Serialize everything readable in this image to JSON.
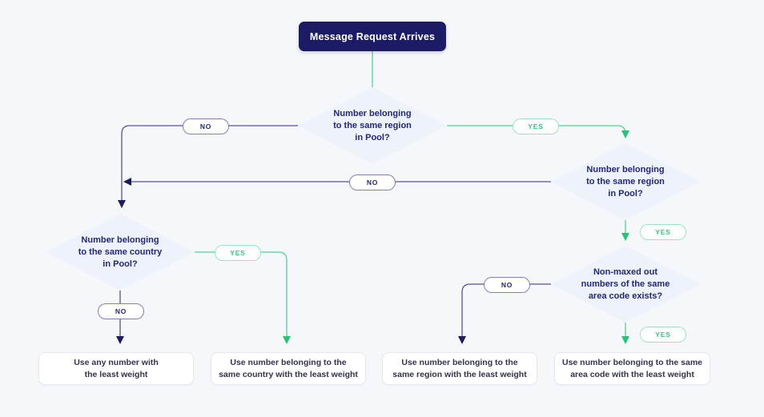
{
  "colors": {
    "background": "#f6f7fa",
    "navy": "#1c1c66",
    "navy_line": "#52529c",
    "navy_arrow": "#1b1b5e",
    "navy_pill_border": "#8080bc",
    "navy_text": "#23277b",
    "green_line": "#4cd591",
    "green_arrow": "#22c573",
    "green_pill_border": "#9ae6c2",
    "green_text": "#2bcc7e",
    "diamond_fill": "#edf2fb",
    "result_text": "#33334f",
    "result_border": "#e7e7ef"
  },
  "flowchart": {
    "start": {
      "label": "Message Request Arrives"
    },
    "decisions": {
      "d1": {
        "label": "Number belonging\nto the same region\nin Pool?"
      },
      "d2": {
        "label": "Number belonging\nto the same region\nin Pool?"
      },
      "d3": {
        "label": "Number belonging\nto the same country\nin Pool?"
      },
      "d4": {
        "label": "Non-maxed out\nnumbers of the same\narea code exists?"
      }
    },
    "pills": {
      "no1": "NO",
      "yes1": "YES",
      "no2": "NO",
      "yes2": "YES",
      "no3": "NO",
      "yes3": "YES",
      "no4": "NO",
      "yes4": "YES"
    },
    "results": {
      "r1": "Use any number with\nthe least weight",
      "r2": "Use number belonging to the\nsame country with the least weight",
      "r3": "Use number belonging to the\nsame region with the least weight",
      "r4": "Use number belonging to the same\narea code with the least weight"
    }
  }
}
